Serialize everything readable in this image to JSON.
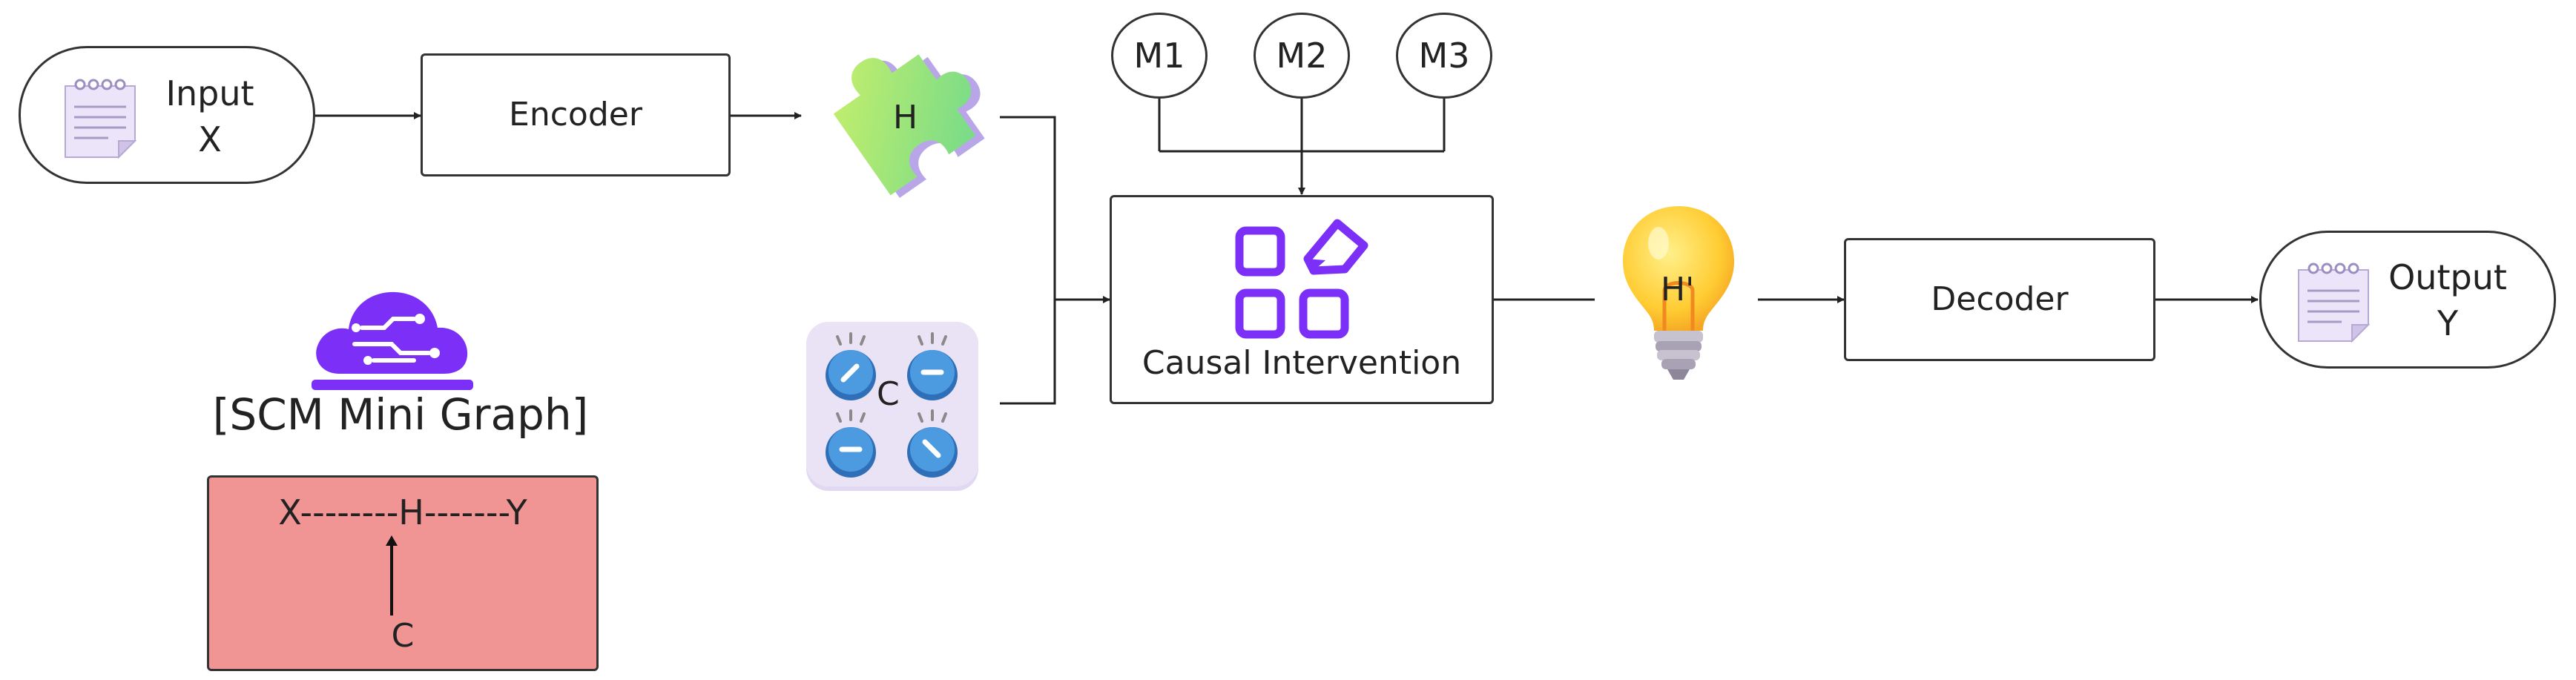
{
  "input": {
    "line1": "Input",
    "line2": "X"
  },
  "encoder": "Encoder",
  "h_label": "H",
  "c_label": "C",
  "modules": [
    "M1",
    "M2",
    "M3"
  ],
  "causal": "Causal Intervention",
  "h_prime_label": "H'",
  "decoder": "Decoder",
  "output": {
    "line1": "Output",
    "line2": "Y"
  },
  "scm": {
    "title": "[SCM Mini Graph]",
    "graph_line": "X--------H-------Y",
    "bottom_node": "C"
  },
  "colors": {
    "stroke": "#333333",
    "accent_purple": "#7B2FF7",
    "scm_fill": "#F19494",
    "puzzle_green": "#8EE07A",
    "bulb_yellow": "#FFCC33"
  },
  "icons": {
    "input": "document-icon",
    "h": "puzzle-piece-icon",
    "c": "control-knobs-icon",
    "causal": "widgets-edit-icon",
    "h_prime": "lightbulb-icon",
    "output": "document-icon",
    "scm": "cloud-circuit-icon"
  }
}
